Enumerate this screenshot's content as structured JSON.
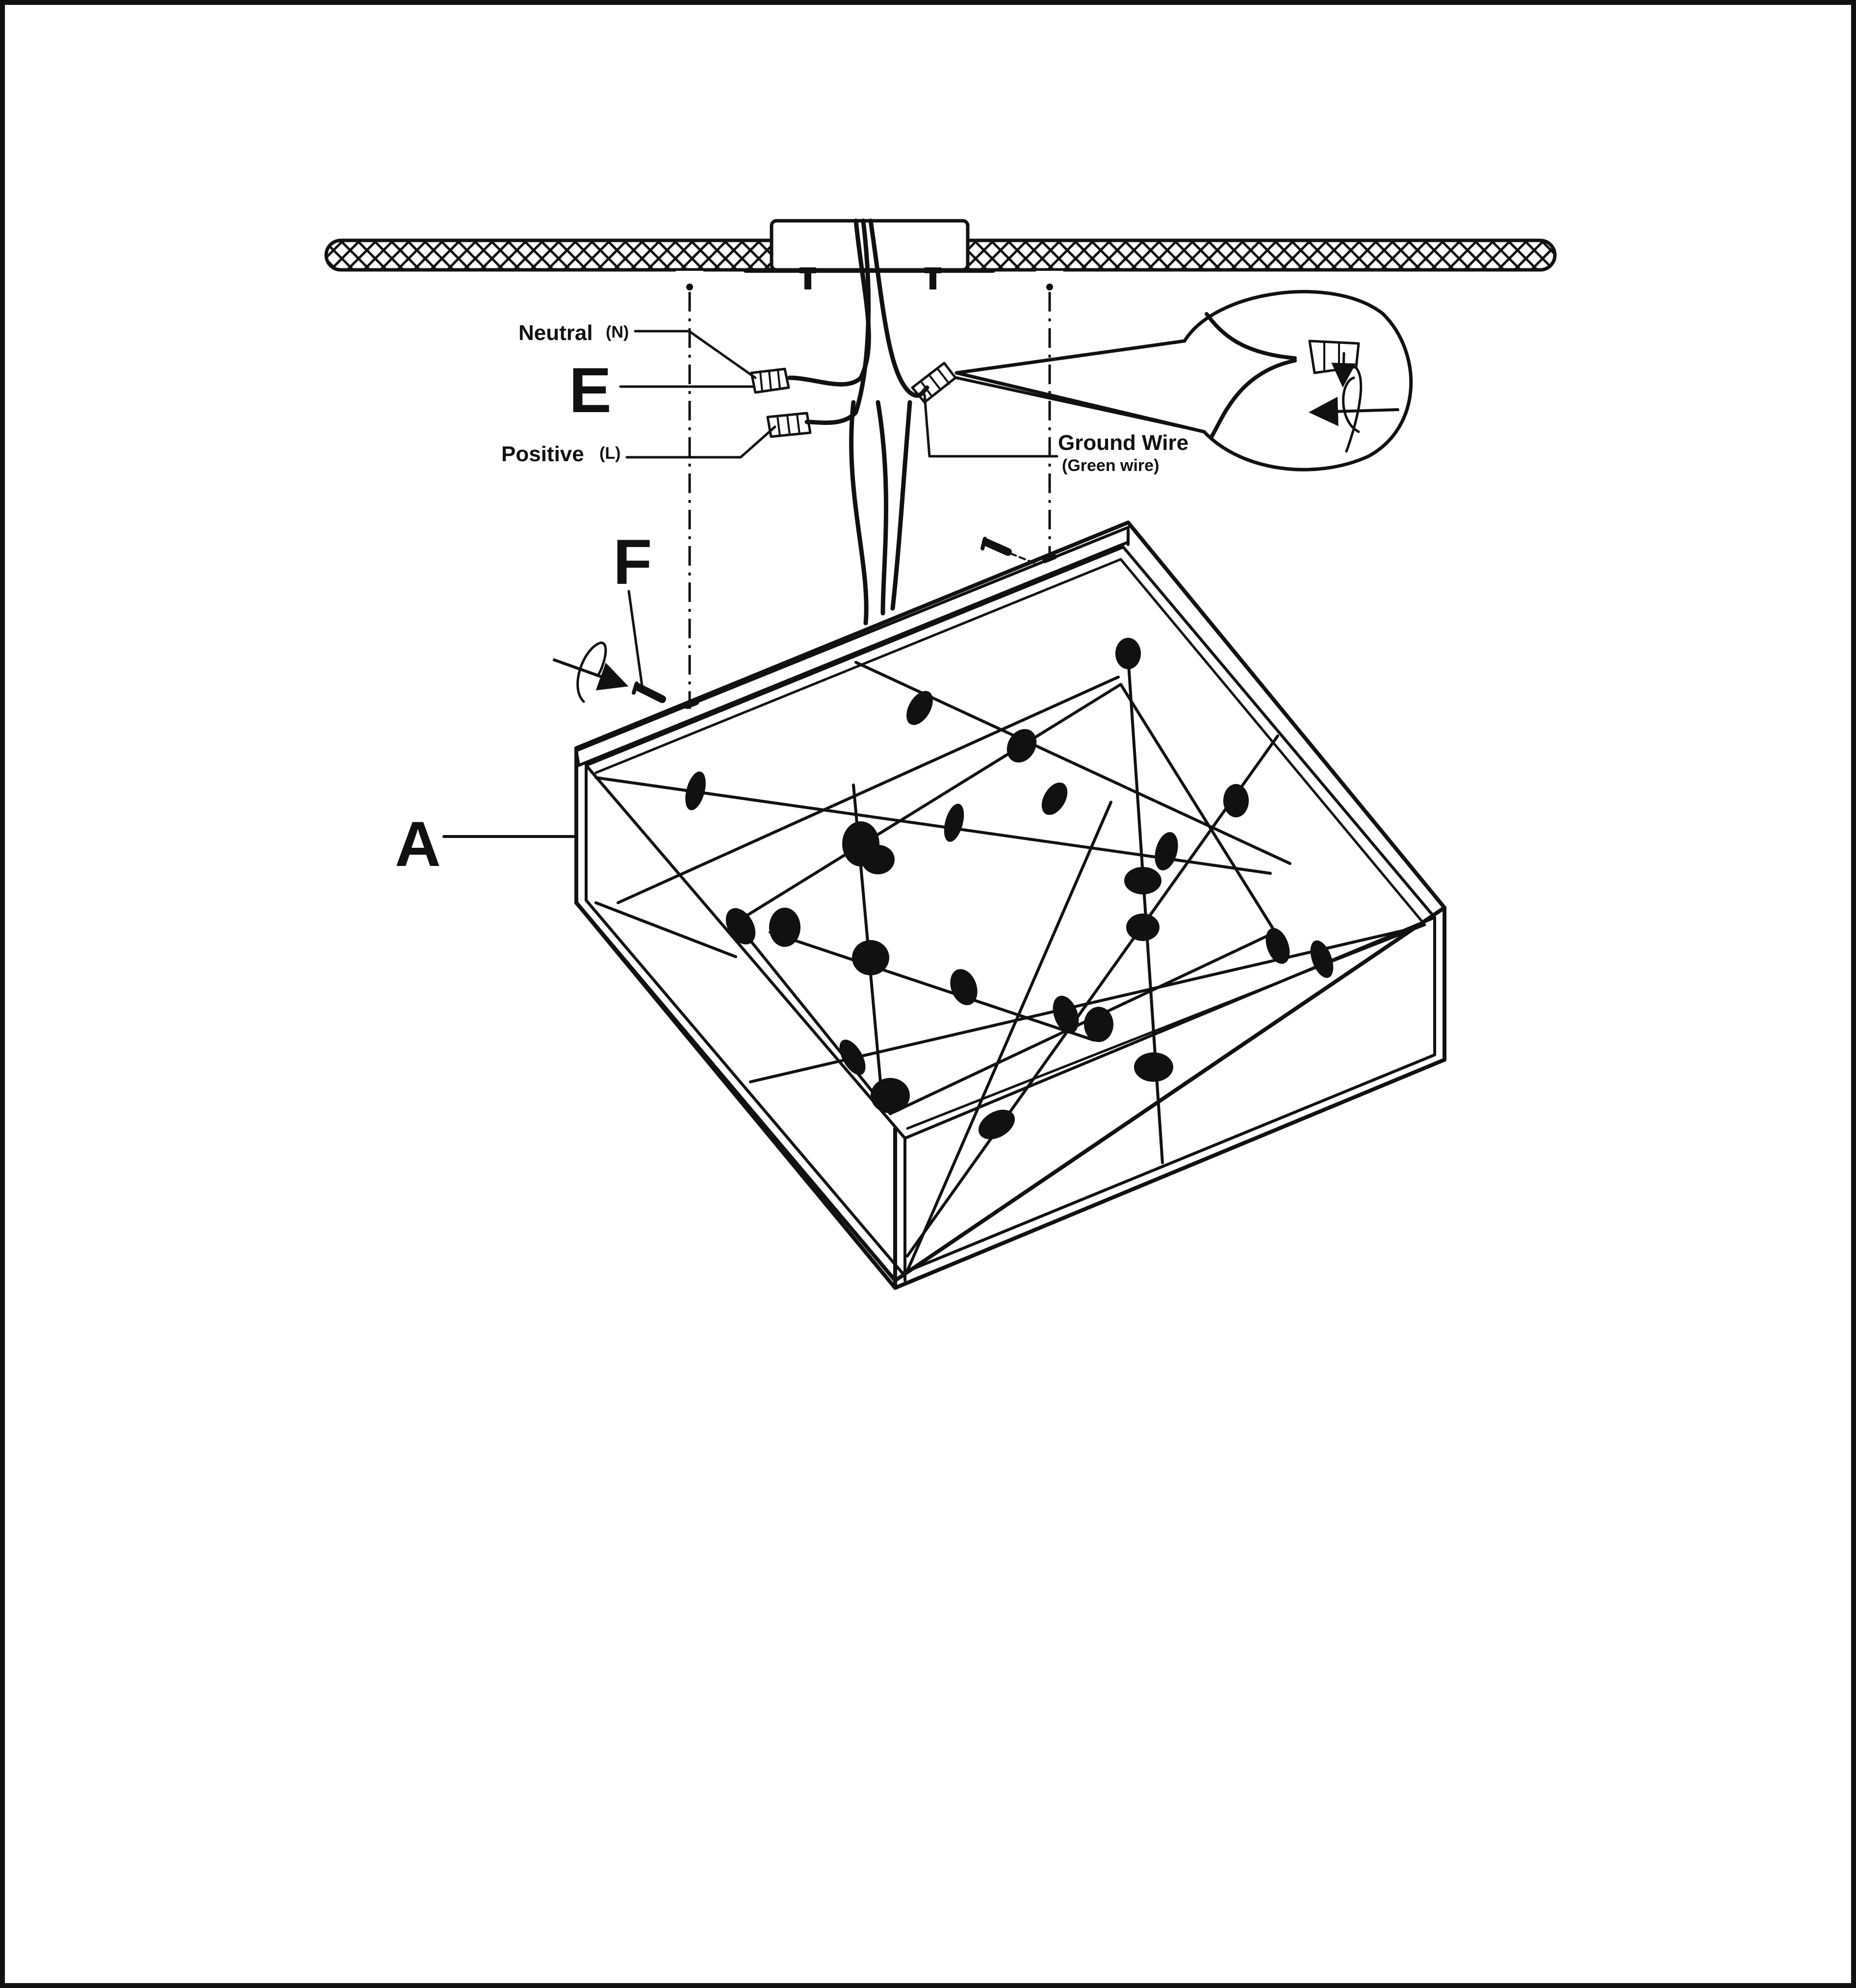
{
  "labels": {
    "neutral": "Neutral",
    "neutral_sub": "(N)",
    "e": "E",
    "positive": "Positive",
    "positive_sub": "(L)",
    "ground": "Ground Wire",
    "ground_sub": "(Green wire)",
    "f": "F",
    "a": "A"
  },
  "colors": {
    "ink": "#111111",
    "paper": "#ffffff",
    "connector": "#cccccc"
  }
}
